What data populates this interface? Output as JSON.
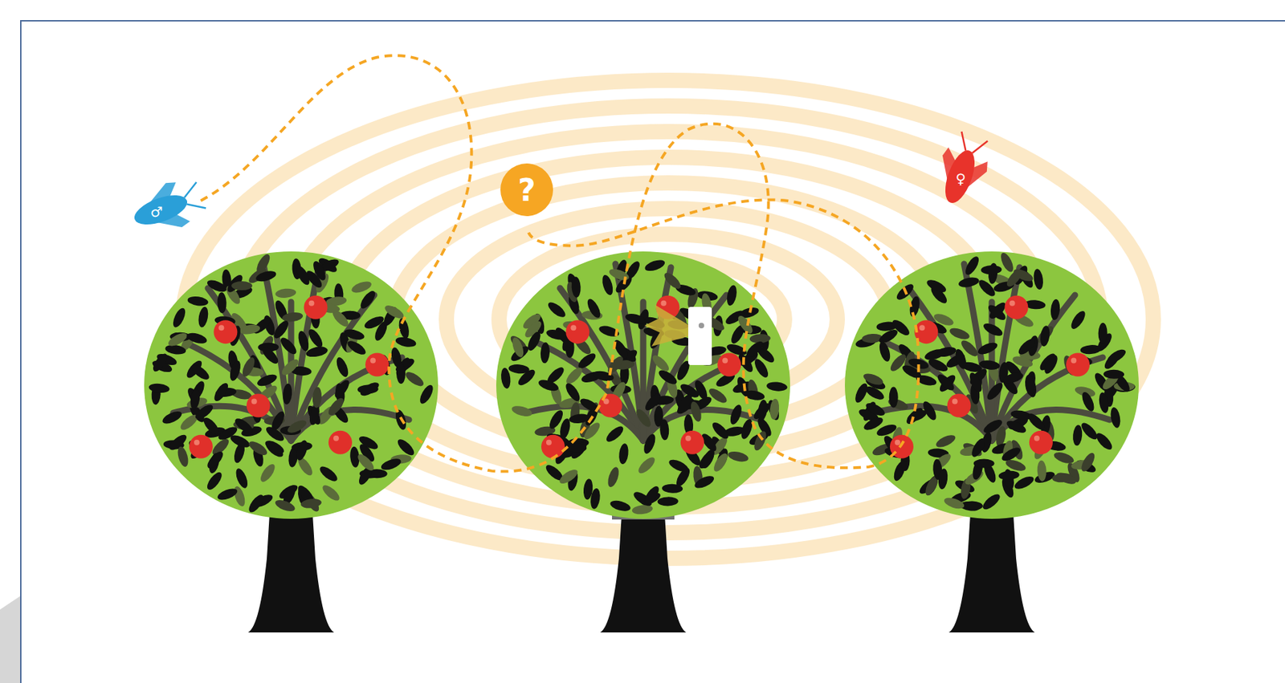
{
  "diagram": {
    "labels": [
      "♂",
      "?",
      "♀"
    ]
  }
}
